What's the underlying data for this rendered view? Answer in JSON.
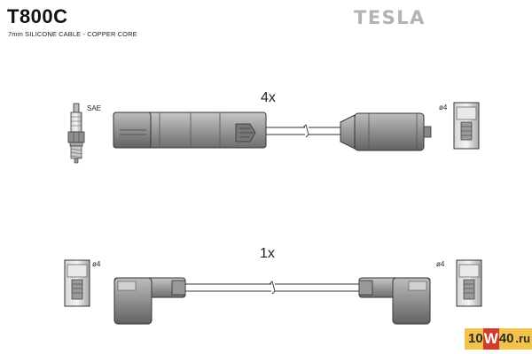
{
  "header": {
    "part_number": "T800C",
    "description": "7mm SILICONE CABLE - COPPER CORE",
    "brand": "TESLA"
  },
  "wires": [
    {
      "quantity": "4x",
      "plug_label": "SAE",
      "coil_label": "ø4"
    },
    {
      "quantity": "1x",
      "left_label": "ø4",
      "right_label": "ø4"
    }
  ],
  "watermark": {
    "part1": "10",
    "part2": "W",
    "part3": "40",
    "part4": ".ru"
  }
}
